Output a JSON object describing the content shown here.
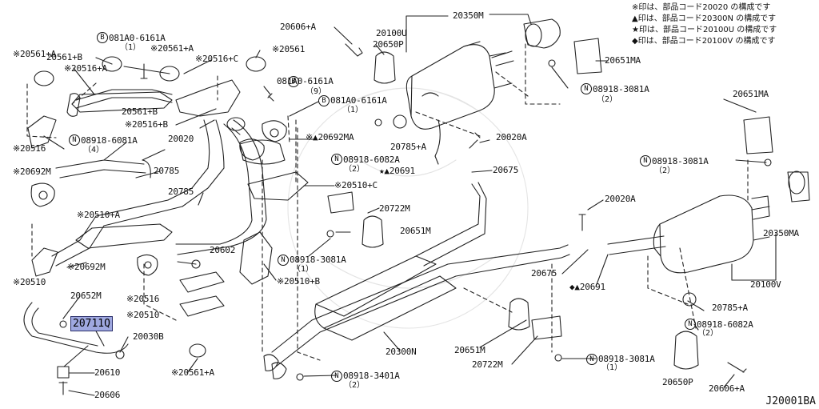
{
  "notes": [
    "※印は、部品コード20020 の構成です",
    "▲印は、部品コード20300N の構成です",
    "★印は、部品コード20100U の構成です",
    "◆印は、部品コード20100V の構成です"
  ],
  "labels": {
    "p20606_top": "20606+A",
    "p20100U": "20100U",
    "p20350M": "20350M",
    "p20561A_tl": "※20561+A",
    "p20561B": "20561+B",
    "b081A0_6161A_a": "081A0-6161A",
    "b081A0_6161A_a_qty": "（1）",
    "p20561A_t2": "※20561+A",
    "p20516C": "※20516+C",
    "p20650P_top": "20650P",
    "p20561_top": "※20561",
    "p20516A": "※20516+A",
    "b081A0_6161A_b": "081A0-6161A",
    "b081A0_6161A_b_qty": "（9）",
    "b081A0_6161A_c": "081A0-6161A",
    "b081A0_6161A_c_qty": "（1）",
    "n08918_3081A_top": "08918-3081A",
    "n08918_3081A_top_qty": "（2）",
    "p20561B_2": "20561+B",
    "p20516B": "※20516+B",
    "p20692MA": "※▲20692MA",
    "p20785A_top": "20785+A",
    "p20020A_top": "20020A",
    "p20651MA_top": "20651MA",
    "p20651MA_r": "20651MA",
    "p20516": "※20516",
    "n08918_6081A": "08918-6081A",
    "n08918_6081A_qty": "（4）",
    "p20020": "20020",
    "n08918_6082A_top": "08918-6082A",
    "n08918_6082A_top_qty": "（2）",
    "p20691_top": "★▲20691",
    "p20675_top": "20675",
    "n08918_3081A_r": "08918-3081A",
    "n08918_3081A_r_qty": "（2）",
    "p20692M_l": "※20692M",
    "p20785": "20785",
    "p20510C": "※20510+C",
    "p20785_2": "20785",
    "p20020A_mid": "20020A",
    "p20722M_top": "20722M",
    "p20510A": "※20510+A",
    "p20651M_top": "20651M",
    "p20350MA": "20350MA",
    "p20602": "20602",
    "n08918_3081A_mid": "08918-3081A",
    "n08918_3081A_mid_qty": "（1）",
    "p20510": "※20510",
    "p20692M_2": "※20692M",
    "p20675_mid": "20675",
    "p20691_mid": "◆▲20691",
    "p20100V": "20100V",
    "p20510B": "※20510+B",
    "p20652M": "20652M",
    "p20516_2": "※20516",
    "p20510_2": "※20510",
    "p20711Q": "20711Q",
    "p20785A_b": "20785+A",
    "n08918_6082A_b": "08918-6082A",
    "n08918_6082A_b_qty": "（2）",
    "p20030B": "20030B",
    "p20300N": "20300N",
    "p20651M_b": "20651M",
    "p20722M_b": "20722M",
    "n08918_3081A_b": "08918-3081A",
    "n08918_3081A_b_qty": "（1）",
    "p20610": "20610",
    "p20561A_b": "※20561+A",
    "n08918_3401A": "08918-3401A",
    "n08918_3401A_qty": "（2）",
    "p20650P_b": "20650P",
    "p20606A_b": "20606+A",
    "p20606": "20606"
  },
  "code": "J20001BA",
  "highlight_color": "#9fa8e0"
}
